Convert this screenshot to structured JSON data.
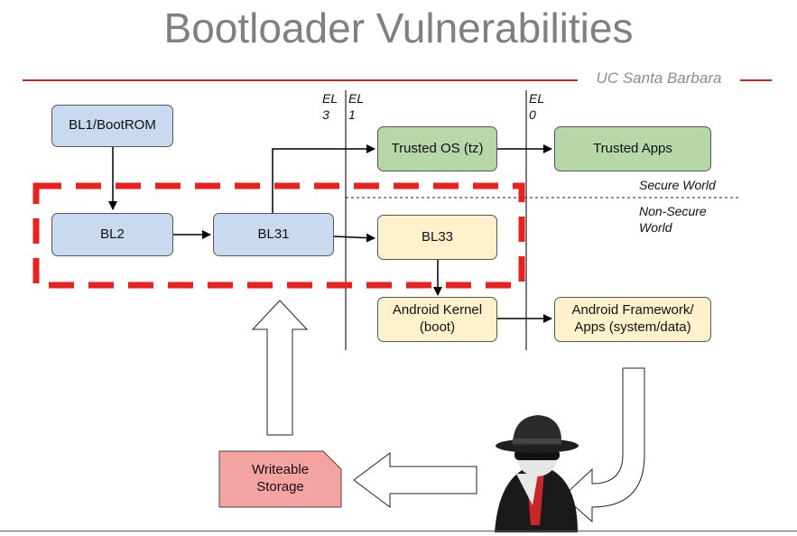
{
  "header": {
    "title": "Bootloader Vulnerabilities",
    "affiliation": "UC Santa Barbara"
  },
  "exception_levels": {
    "el3": "EL\n3",
    "el1": "EL\n1",
    "el0": "EL\n0"
  },
  "worlds": {
    "secure": "Secure World",
    "non_secure": "Non-Secure\nWorld"
  },
  "boxes": {
    "bl1": "BL1/BootROM",
    "bl2": "BL2",
    "bl31": "BL31",
    "bl33": "BL33",
    "trusted_os": "Trusted OS (tz)",
    "trusted_apps": "Trusted Apps",
    "android_kernel": "Android Kernel\n(boot)",
    "android_framework": "Android Framework/\nApps (system/data)",
    "writeable_storage": "Writeable\nStorage"
  },
  "colors": {
    "title": "#7f7f7f",
    "accent_line": "#c0282d",
    "highlight_dash": "#e8231f",
    "bootloader_box": "#c9daf0",
    "secure_box": "#b6d7a8",
    "nonsecure_box": "#fff1cc",
    "storage_box": "#f4a3a1"
  },
  "icons": {
    "attacker": "spy-attacker-icon"
  }
}
